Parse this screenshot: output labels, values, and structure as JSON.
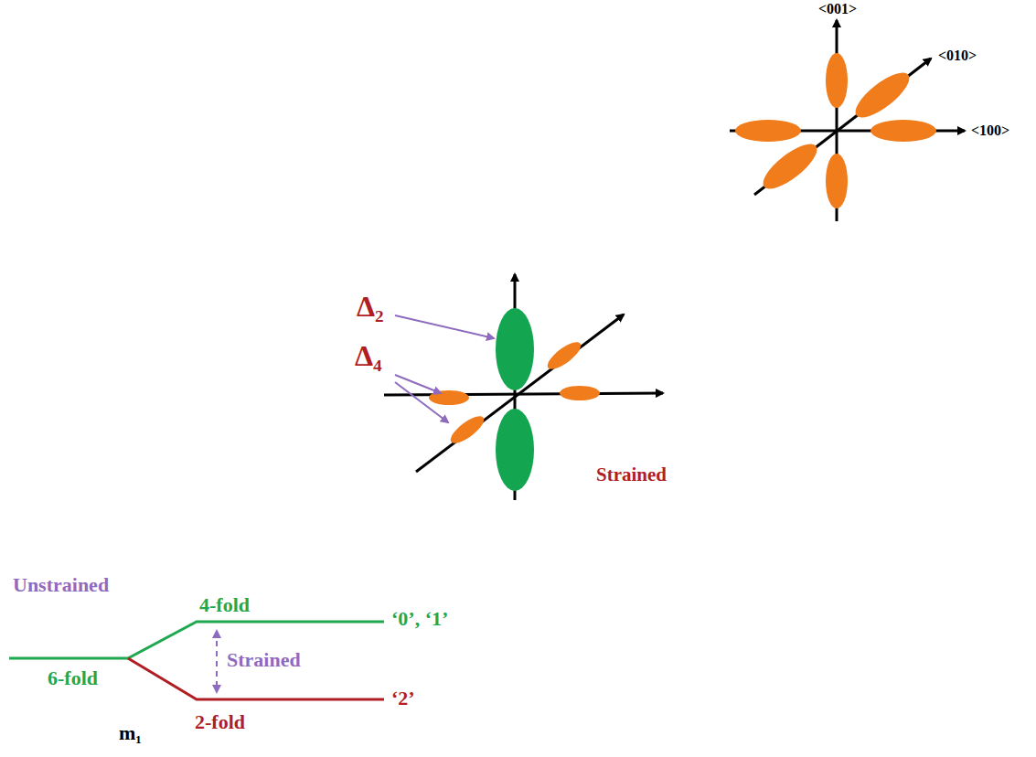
{
  "diagram": {
    "labels": [
      "<001>",
      "<010>",
      "<100>",
      "Δ₂",
      "Δ₄",
      "Strained",
      "Unstrained",
      "6-fold",
      "4-fold",
      "‘0’, ‘1’",
      "Strained",
      "2-fold",
      "‘2’",
      "m₁"
    ]
  }
}
